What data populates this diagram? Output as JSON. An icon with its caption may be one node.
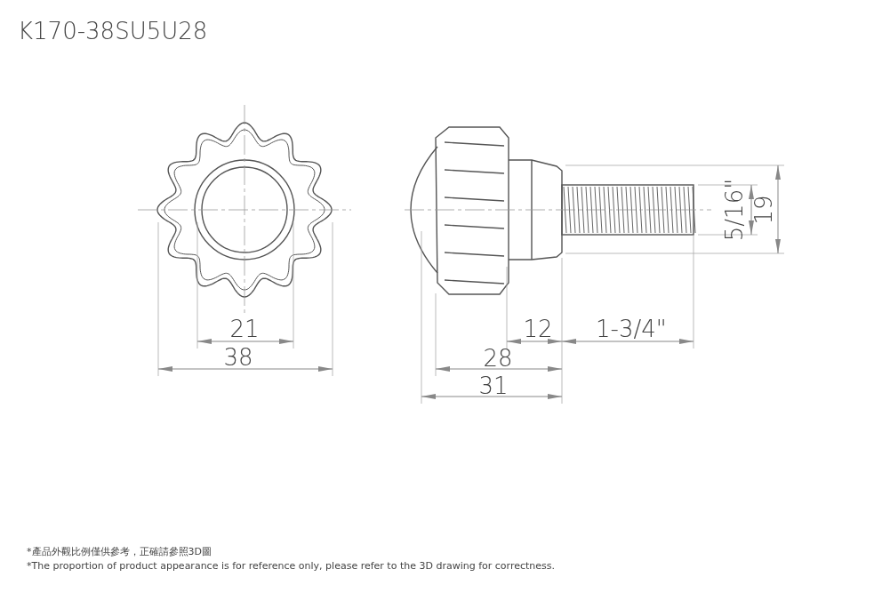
{
  "diagram": {
    "title": "K170-38SU5U28",
    "labels": [
      "21",
      "38",
      "12",
      "1-3/4\"",
      "28",
      "31",
      "5/16\"",
      "19",
      "*產品外觀比例僅供參考，正確請參照3D圖",
      "*The proportion of product appearance is for reference only, please refer to the 3D drawing for correctness."
    ]
  }
}
